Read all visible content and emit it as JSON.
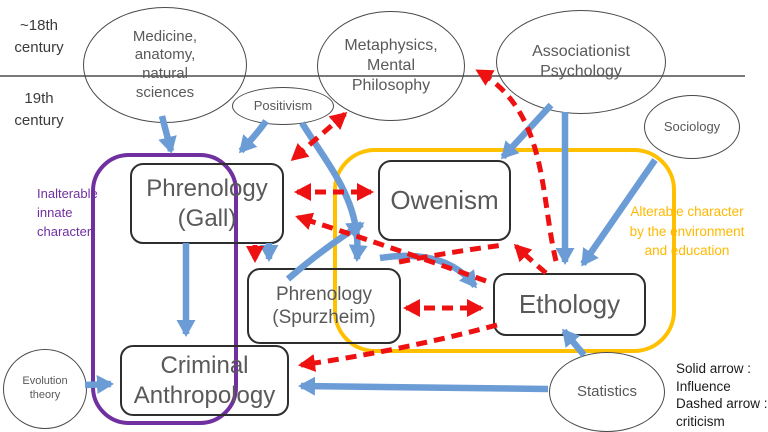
{
  "timeline": {
    "c18": [
      "~18th",
      "century"
    ],
    "c19": [
      "19th",
      "century"
    ]
  },
  "nodes": {
    "medicine": {
      "shape": "ellipse",
      "lines": [
        "Medicine,",
        "anatomy,",
        "natural",
        "sciences"
      ]
    },
    "metaphysics": {
      "shape": "ellipse",
      "lines": [
        "Metaphysics,",
        "Mental",
        "Philosophy"
      ]
    },
    "associationist": {
      "shape": "ellipse",
      "lines": [
        "Associationist",
        "Psychology"
      ]
    },
    "positivism": {
      "shape": "ellipse",
      "lines": [
        "Positivism"
      ]
    },
    "sociology": {
      "shape": "ellipse",
      "lines": [
        "Sociology"
      ]
    },
    "evolution": {
      "shape": "ellipse",
      "lines": [
        "Evolution",
        "theory"
      ]
    },
    "statistics": {
      "shape": "ellipse",
      "lines": [
        "Statistics"
      ]
    },
    "gall": {
      "shape": "box",
      "lines": [
        "Phrenology",
        "(Gall)"
      ]
    },
    "owenism": {
      "shape": "box",
      "lines": [
        "Owenism"
      ]
    },
    "spurzheim": {
      "shape": "box",
      "lines": [
        "Phrenology",
        "(Spurzheim)"
      ]
    },
    "ethology": {
      "shape": "box",
      "lines": [
        "Ethology"
      ]
    },
    "criminal": {
      "shape": "box",
      "lines": [
        "Criminal",
        "Anthropology"
      ]
    }
  },
  "containers": {
    "purple": {
      "label_lines": [
        "Inalterable",
        "innate",
        "character"
      ],
      "color": "#7030A0"
    },
    "yellow": {
      "label_lines": [
        "Alterable character",
        "by the environment",
        "and education"
      ],
      "color": "#FFC000"
    }
  },
  "legend": {
    "lines": [
      "Solid arrow :",
      "Influence",
      "Dashed arrow :",
      "criticism"
    ]
  },
  "colors": {
    "influence_arrow": "#6B9CD6",
    "criticism_arrow": "#EE1111",
    "purple_container": "#7030A0",
    "yellow_container": "#FFC000",
    "yellow_label_text": "#FFB900",
    "node_text": "#595959"
  },
  "edges": [
    {
      "from": "medicine",
      "to": "gall",
      "type": "influence"
    },
    {
      "from": "positivism",
      "to": "gall",
      "type": "influence"
    },
    {
      "from": "positivism",
      "to": "spurzheim",
      "type": "influence"
    },
    {
      "from": "associationist",
      "to": "owenism",
      "type": "influence"
    },
    {
      "from": "associationist",
      "to": "ethology",
      "type": "influence"
    },
    {
      "from": "sociology",
      "to": "ethology",
      "type": "influence"
    },
    {
      "from": "gall",
      "to": "criminal",
      "type": "influence"
    },
    {
      "from": "gall",
      "to": "spurzheim",
      "type": "influence"
    },
    {
      "from": "spurzheim",
      "to": "owenism",
      "type": "influence"
    },
    {
      "from": "owenism",
      "to": "ethology",
      "type": "influence"
    },
    {
      "from": "evolution",
      "to": "criminal",
      "type": "influence"
    },
    {
      "from": "statistics",
      "to": "criminal",
      "type": "influence"
    },
    {
      "from": "statistics",
      "to": "ethology",
      "type": "influence"
    },
    {
      "from": "gall",
      "to": "metaphysics",
      "type": "criticism",
      "bidirectional": true
    },
    {
      "from": "ethology",
      "to": "metaphysics",
      "type": "criticism"
    },
    {
      "from": "gall",
      "to": "owenism",
      "type": "criticism",
      "bidirectional": true
    },
    {
      "from": "ethology",
      "to": "gall",
      "type": "criticism"
    },
    {
      "from": "gall",
      "to": "spurzheim",
      "type": "criticism"
    },
    {
      "from": "spurzheim",
      "to": "ethology",
      "type": "criticism",
      "bidirectional": true
    },
    {
      "from": "ethology",
      "to": "owenism",
      "type": "criticism"
    },
    {
      "from": "spurzheim",
      "to": "owenism",
      "type": "criticism"
    },
    {
      "from": "ethology",
      "to": "criminal",
      "type": "criticism"
    }
  ]
}
